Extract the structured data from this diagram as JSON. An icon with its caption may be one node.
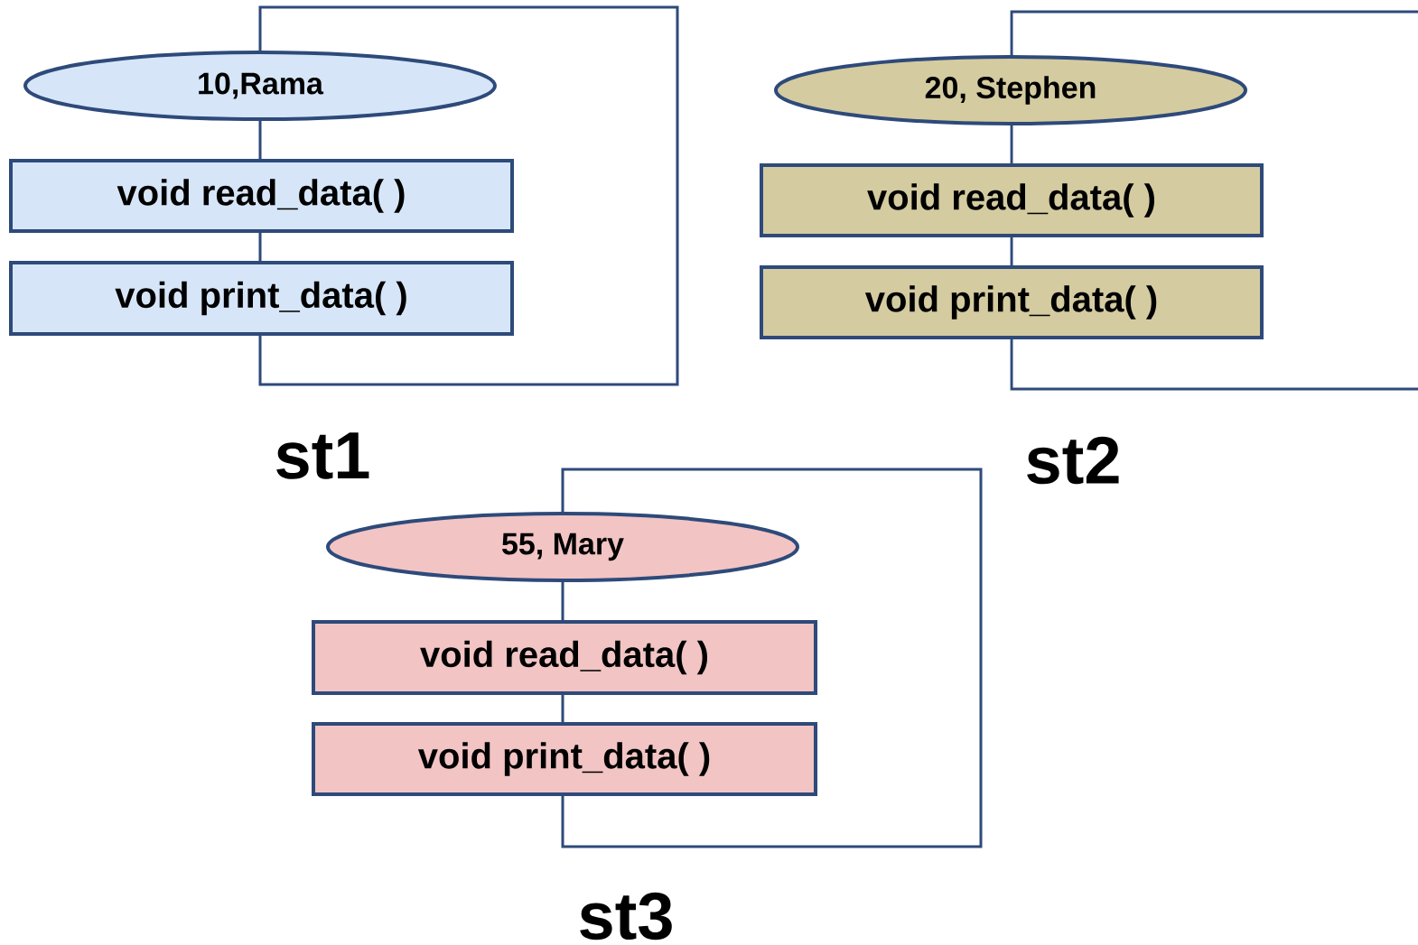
{
  "diagram": {
    "nodes": [
      {
        "text": [
          "10,Rama"
        ]
      },
      {
        "text": [
          "void read_data( )"
        ]
      },
      {
        "text": [
          "void print_data( )"
        ]
      },
      {
        "text": [
          "20, Stephen"
        ]
      },
      {
        "text": [
          "void read_data( )"
        ]
      },
      {
        "text": [
          "void print_data( )"
        ]
      },
      {
        "text": [
          "55, Mary"
        ]
      },
      {
        "text": [
          "void read_data( )"
        ]
      },
      {
        "text": [
          "void print_data( )"
        ]
      }
    ],
    "labels": [
      "st1",
      "st2",
      "st3"
    ]
  }
}
